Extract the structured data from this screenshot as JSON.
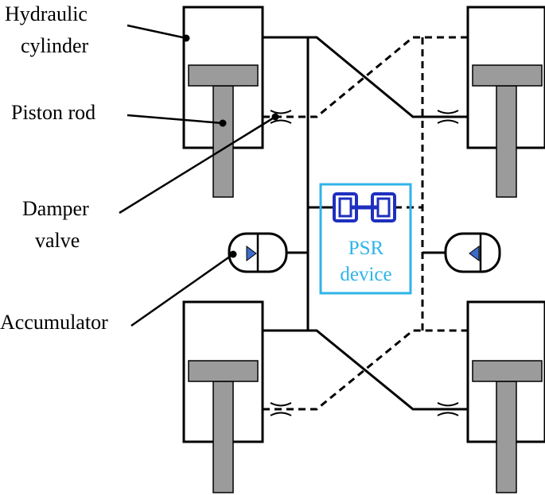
{
  "labels": {
    "hydraulic_cylinder_line1": "Hydraulic",
    "hydraulic_cylinder_line2": "cylinder",
    "piston_rod": "Piston rod",
    "damper_valve_line1": "Damper",
    "damper_valve_line2": "valve",
    "accumulator": "Accumulator",
    "psr_line1": "PSR",
    "psr_line2": "device"
  },
  "colors": {
    "line": "#000000",
    "rod": "#9b9b9b",
    "psr_frame": "#2fb4e8",
    "psr_text": "#2fb4e8",
    "psr_icon": "#1f2fbf",
    "accumulator_marker": "#3c6cc8"
  }
}
